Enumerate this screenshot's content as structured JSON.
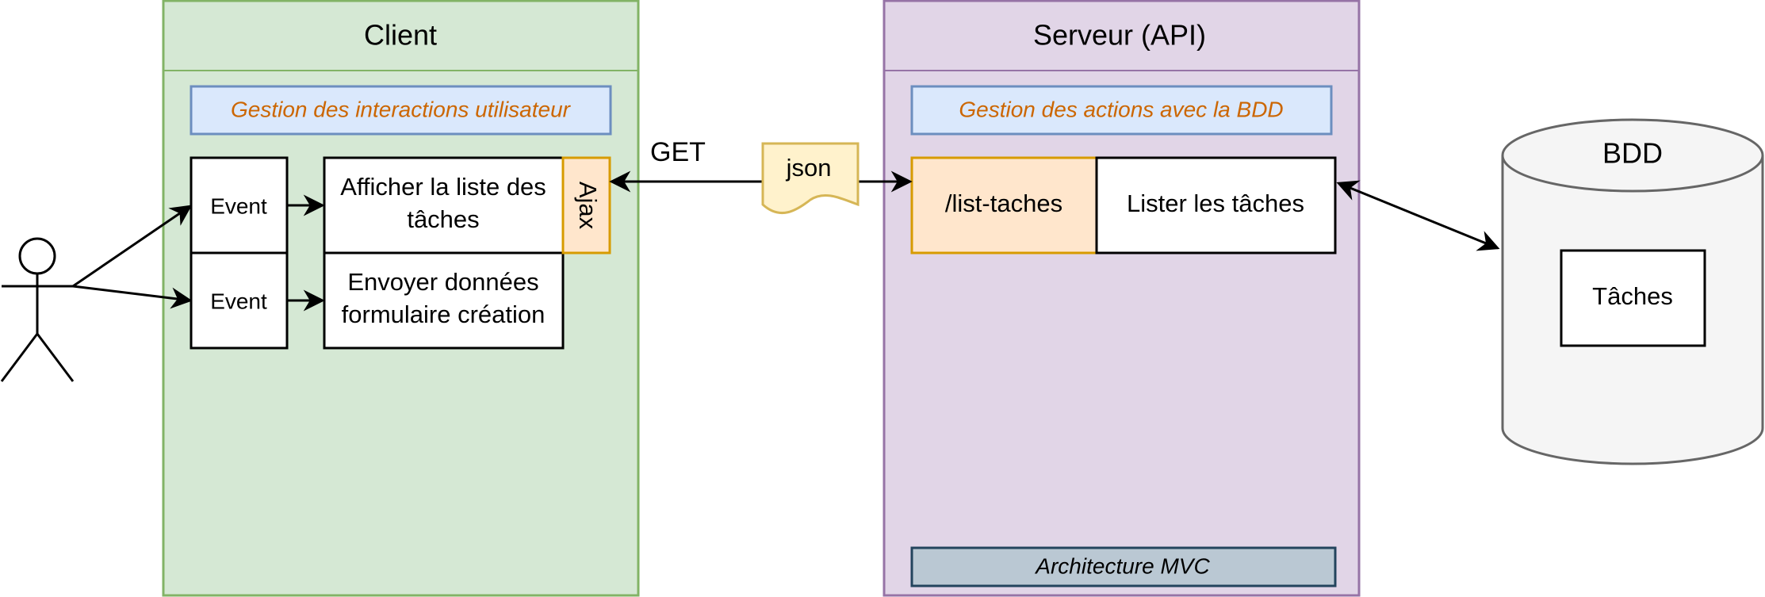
{
  "client": {
    "title": "Client",
    "subtitle": "Gestion des interactions utilisateur",
    "events": [
      "Event",
      "Event"
    ],
    "actions": [
      [
        "Afficher la liste des",
        "tâches"
      ],
      [
        "Envoyer données",
        "formulaire création"
      ]
    ],
    "ajax_label": "Ajax"
  },
  "request": {
    "method_label": "GET",
    "payload_label": "json"
  },
  "server": {
    "title": "Serveur (API)",
    "subtitle": "Gestion des actions avec la BDD",
    "route_label": "/list-taches",
    "action_label": "Lister les tâches",
    "footer_label": "Architecture MVC"
  },
  "database": {
    "title": "BDD",
    "table_label": "Tâches"
  },
  "colors": {
    "client_fill": "#d5e8d4",
    "client_stroke": "#82b366",
    "server_fill": "#e1d5e7",
    "server_stroke": "#9673a6",
    "note_fill": "#dae8fc",
    "note_stroke": "#6c8ebf",
    "note_text": "#cc6600",
    "ajax_fill": "#ffe6cc",
    "ajax_stroke": "#d79b00",
    "doc_fill": "#fff2cc",
    "doc_stroke": "#d6b656",
    "mvc_fill": "#bac8d3",
    "mvc_stroke": "#23445d",
    "db_fill": "#f5f5f5",
    "db_stroke": "#666666"
  }
}
